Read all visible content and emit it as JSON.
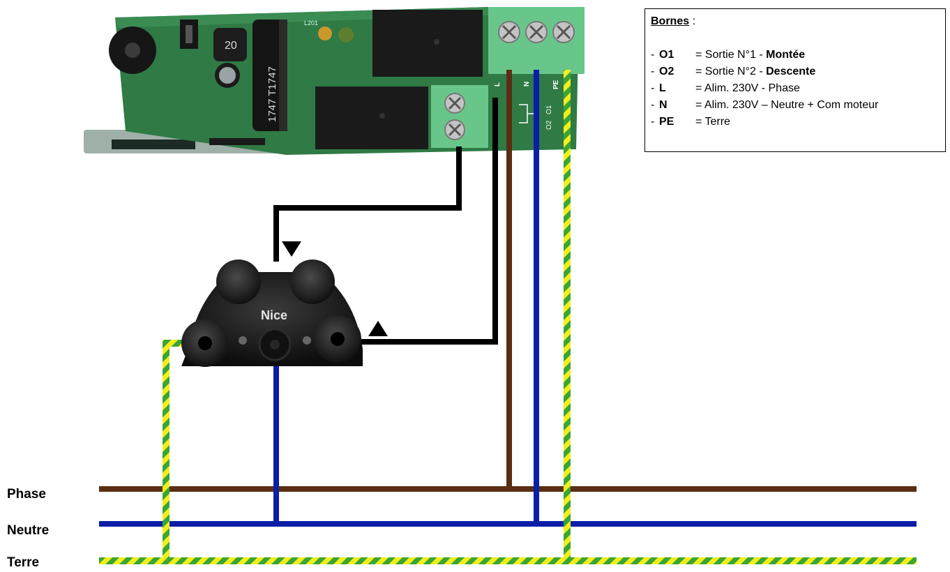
{
  "legend": {
    "title": "Bornes",
    "title_suffix": " :",
    "items": [
      {
        "code": "O1",
        "desc": "= Sortie N°1 - ",
        "bold": "Montée"
      },
      {
        "code": "O2",
        "desc": "= Sortie N°2 - ",
        "bold": "Descente"
      },
      {
        "code": "L",
        "desc": "= Alim. 230V - Phase",
        "bold": ""
      },
      {
        "code": "N",
        "desc": "= Alim. 230V – Neutre + Com moteur",
        "bold": ""
      },
      {
        "code": "PE",
        "desc": "= Terre",
        "bold": ""
      }
    ]
  },
  "lines": {
    "phase": "Phase",
    "neutre": "Neutre",
    "terre": "Terre"
  },
  "board": {
    "terminal_labels": [
      "L",
      "N",
      "PE"
    ],
    "output_labels": [
      "O1",
      "O2"
    ],
    "print_top": "L201",
    "capacitor_text": "1747 T1747",
    "inductor_text": "20"
  },
  "motor": {
    "brand": "Nice"
  },
  "colors": {
    "phase": "#5a2e12",
    "neutre": "#0a1ea8",
    "terre_yellow": "#f2ee1e",
    "terre_green": "#3aa534",
    "signal": "#000000",
    "pcb": "#2f7a45",
    "terminal": "#69c68a"
  }
}
